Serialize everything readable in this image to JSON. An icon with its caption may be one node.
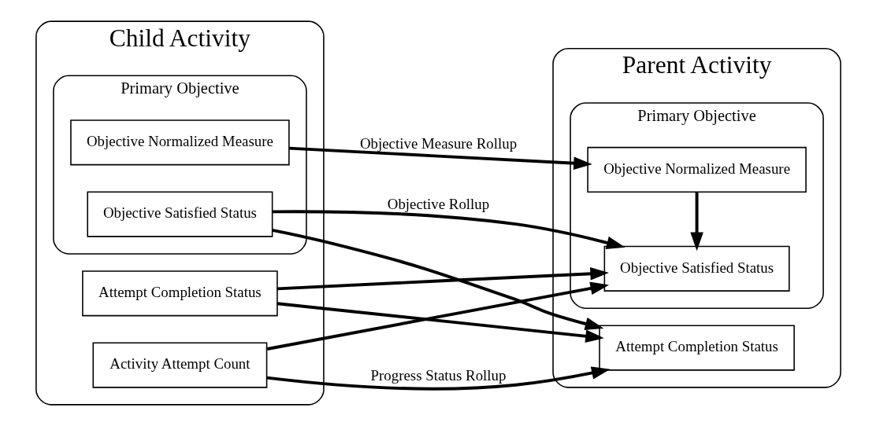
{
  "diagram": {
    "nodes": [
      {
        "text": [
          "Child Activity"
        ]
      },
      {
        "text": [
          "Primary Objective"
        ],
        "in": 0
      },
      {
        "text": [
          "Objective Normalized Measure"
        ],
        "in": 1
      },
      {
        "text": [
          "Objective Satisfied Status"
        ],
        "in": 1
      },
      {
        "text": [
          "Attempt Completion Status"
        ],
        "in": 0
      },
      {
        "text": [
          "Activity Attempt Count"
        ],
        "in": 0
      },
      {
        "text": [
          "Parent Activity"
        ]
      },
      {
        "text": [
          "Primary Objective"
        ],
        "in": 6
      },
      {
        "text": [
          "Objective Normalized Measure"
        ],
        "in": 7
      },
      {
        "text": [
          "Objective Satisfied Status"
        ],
        "in": 7
      },
      {
        "text": [
          "Attempt Completion Status"
        ],
        "in": 6
      }
    ],
    "edges": [
      {
        "from": 2,
        "to": 8,
        "arrow": "to",
        "label": "Objective Measure Rollup"
      },
      {
        "from": 8,
        "to": 9,
        "arrow": "to"
      },
      {
        "from": 3,
        "to": 9,
        "arrow": "to",
        "label": "Objective Rollup"
      },
      {
        "from": 4,
        "to": 9,
        "arrow": "to"
      },
      {
        "from": 5,
        "to": 9,
        "arrow": "to"
      },
      {
        "from": 3,
        "to": 10,
        "arrow": "to"
      },
      {
        "from": 4,
        "to": 10,
        "arrow": "to"
      },
      {
        "from": 5,
        "to": 10,
        "arrow": "to",
        "label": "Progress Status Rollup"
      }
    ]
  }
}
